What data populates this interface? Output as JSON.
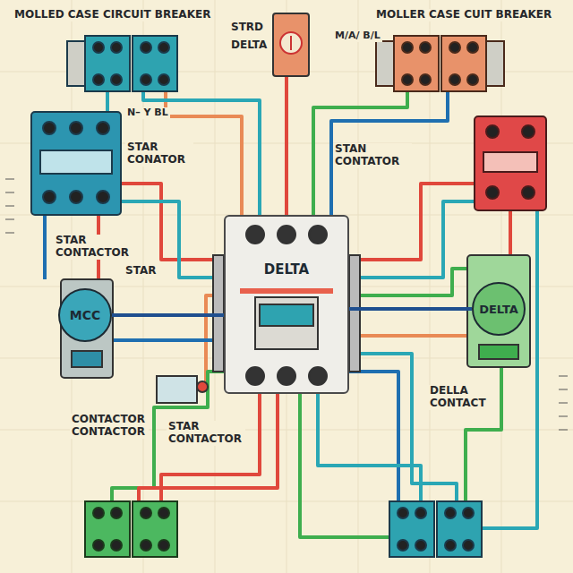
{
  "diagram": {
    "nodes": [
      {
        "text": [
          "MCC"
        ]
      },
      {
        "text": [
          "DELTA"
        ]
      },
      {
        "text": [
          "DELTA"
        ]
      }
    ],
    "edges": [
      {
        "from": 0,
        "to": 1,
        "arrow": "none"
      },
      {
        "from": 1,
        "to": 2,
        "arrow": "none"
      }
    ],
    "labels": [
      "MOLLED CASE CIRCUIT BREAKER",
      "STRD",
      "DELTA",
      "M/A/ B/L",
      "MOLLER CASE CUIT BREAKER",
      "N– Y BL",
      "STAR CONATOR",
      "STAN CONTATOR",
      "STAR CONTACTOR",
      "STAR",
      "CONTACTOR CONTACTOR",
      "STAR CONTACTOR",
      "DELLA CONTACT"
    ]
  }
}
